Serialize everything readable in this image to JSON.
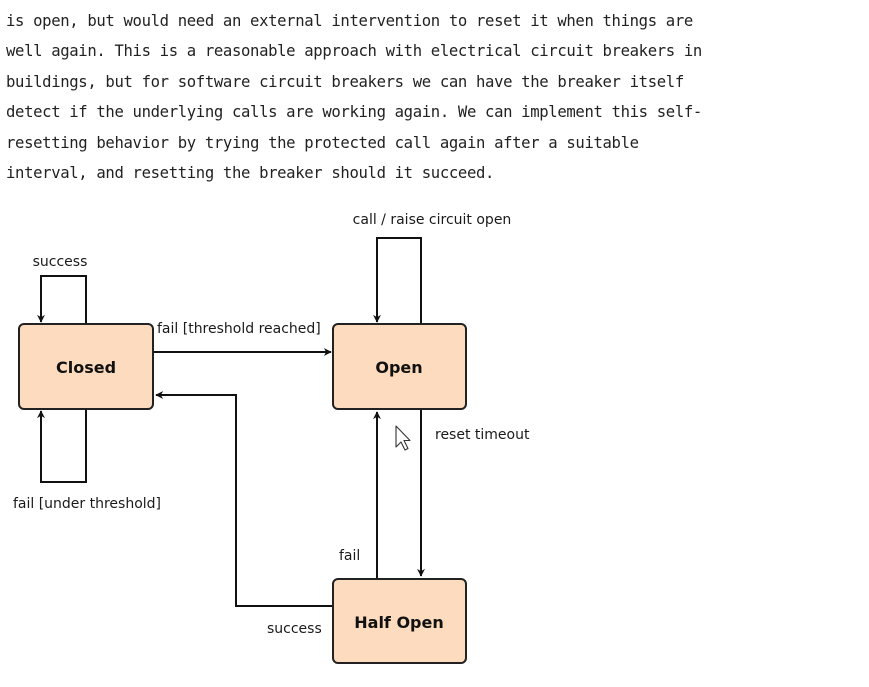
{
  "article": {
    "lines": [
      "is open, but would need an external intervention to reset it when things are",
      "well again. This is a reasonable approach with electrical circuit breakers in",
      "buildings, but for software circuit breakers we can have the breaker itself",
      "detect if the underlying calls are working again. We can implement this self-",
      "resetting behavior by trying the protected call again after a suitable",
      "interval, and resetting the breaker should it succeed."
    ]
  },
  "diagram": {
    "states": {
      "closed": "Closed",
      "open": "Open",
      "half_open": "Half Open"
    },
    "transitions": {
      "closed_success": "success",
      "closed_fail_under": "fail [under threshold]",
      "closed_to_open": "fail [threshold reached]",
      "open_self": "call / raise circuit open",
      "open_to_half": "reset timeout",
      "half_to_open": "fail",
      "half_to_closed": "success"
    },
    "colors": {
      "state_fill": "#FCDBBE",
      "state_stroke": "#222222",
      "edge": "#111111"
    }
  }
}
